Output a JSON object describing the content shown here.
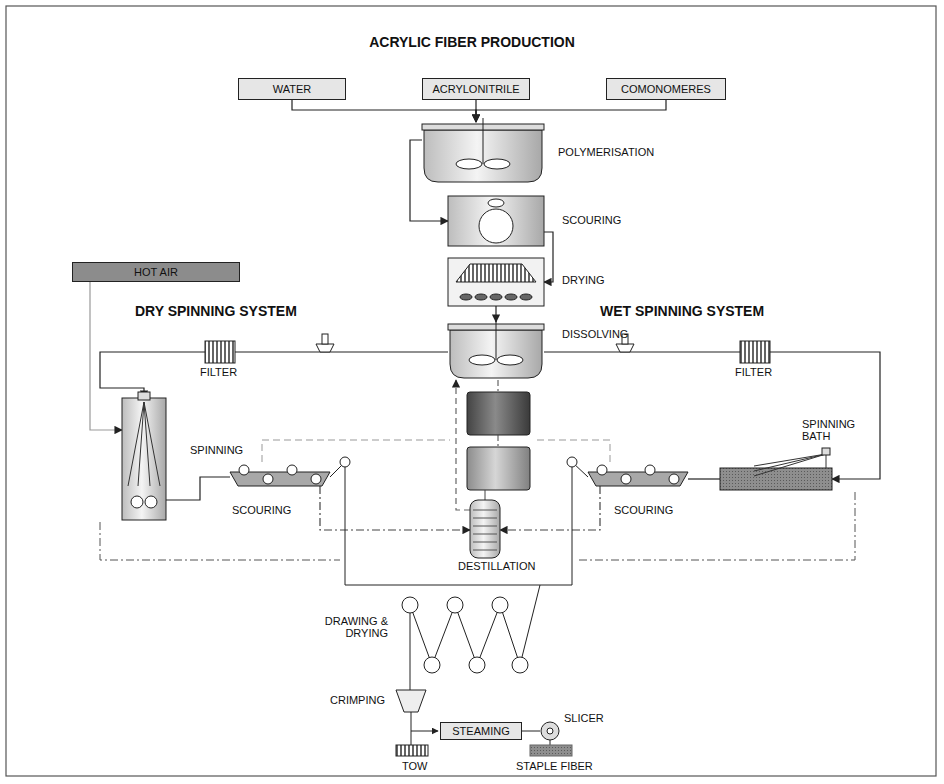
{
  "diagram": {
    "title": "ACRYLIC FIBER PRODUCTION",
    "nodes": [
      {
        "text": [
          "WATER"
        ]
      },
      {
        "text": [
          "ACRYLONITRILE"
        ]
      },
      {
        "text": [
          "COMONOMERES"
        ]
      },
      {
        "text": [
          "POLYMERISATION"
        ]
      },
      {
        "text": [
          "SCOURING"
        ]
      },
      {
        "text": [
          "DRYING"
        ]
      },
      {
        "text": [
          "HOT AIR"
        ]
      },
      {
        "text": [
          "DISSOLVING"
        ]
      },
      {
        "text": [
          "SPINNING"
        ]
      },
      {
        "text": [
          "SPINNING BATH"
        ]
      },
      {
        "text": [
          "DESTILLATION"
        ]
      },
      {
        "text": [
          "STEAMING"
        ]
      },
      {
        "text": [
          "SCOURING"
        ]
      },
      {
        "text": [
          "SCOURING"
        ]
      }
    ],
    "edges": [
      {
        "from": 0,
        "to": 3,
        "arrow": "to"
      },
      {
        "from": 1,
        "to": 3,
        "arrow": "to"
      },
      {
        "from": 2,
        "to": 3,
        "arrow": "to"
      },
      {
        "from": 3,
        "to": 4,
        "arrow": "to"
      },
      {
        "from": 4,
        "to": 5,
        "arrow": "to"
      },
      {
        "from": 5,
        "to": 7,
        "arrow": "to"
      },
      {
        "from": 7,
        "to": 8,
        "arrow": "to"
      },
      {
        "from": 7,
        "to": 9,
        "arrow": "to"
      },
      {
        "from": 6,
        "to": 8,
        "arrow": "to"
      },
      {
        "from": 8,
        "to": 12,
        "arrow": "none"
      },
      {
        "from": 9,
        "to": 13,
        "arrow": "none"
      },
      {
        "from": 12,
        "to": 10,
        "arrow": "to"
      },
      {
        "from": 13,
        "to": 10,
        "arrow": "to"
      },
      {
        "from": 10,
        "to": 7,
        "arrow": "to"
      }
    ],
    "labels": [
      "DRY SPINNING SYSTEM",
      "WET SPINNING SYSTEM",
      "FILTER",
      "FILTER",
      "DRAWING & DRYING",
      "CRIMPING",
      "SLICER",
      "TOW",
      "STAPLE FIBER"
    ]
  }
}
